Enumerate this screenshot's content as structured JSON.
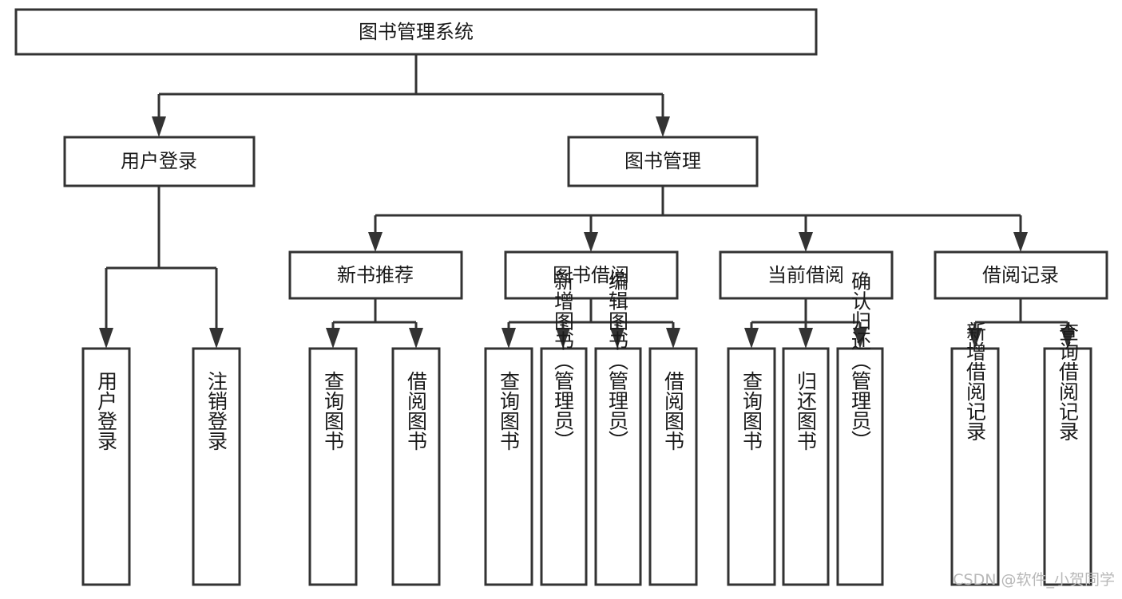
{
  "diagram": {
    "type": "hierarchy-tree",
    "title": "图书管理系统",
    "orientation": "top-down",
    "colors": {
      "box_stroke": "#333333",
      "box_fill": "#ffffff",
      "text": "#1a1a1a",
      "watermark": "#b8b8b8",
      "background": "#ffffff"
    },
    "levels": [
      {
        "level": 1,
        "nodes": [
          "图书管理系统"
        ]
      },
      {
        "level": 2,
        "nodes": [
          "用户登录",
          "图书管理"
        ]
      },
      {
        "level": 3,
        "nodes": [
          "新书推荐",
          "图书借阅",
          "当前借阅",
          "借阅记录"
        ]
      },
      {
        "level": 4,
        "nodes": [
          "用户登录",
          "注销登录",
          "查询图书",
          "借阅图书",
          "查询图书",
          "新增图书（管理员）",
          "编辑图书（管理员）",
          "借阅图书",
          "查询图书",
          "归还图书",
          "确认归还（管理员）",
          "新增借阅记录",
          "查询借阅记录"
        ]
      }
    ],
    "root": {
      "id": "root",
      "label": "图书管理系统"
    },
    "branches": [
      {
        "id": "user-login",
        "label": "用户登录",
        "children": [
          {
            "id": "leaf-user-login",
            "label": "用户登录"
          },
          {
            "id": "leaf-user-logout",
            "label": "注销登录"
          }
        ]
      },
      {
        "id": "book-management",
        "label": "图书管理",
        "children": [
          {
            "id": "new-book-recommend",
            "label": "新书推荐",
            "children": [
              {
                "id": "leaf-query-book-1",
                "label": "查询图书"
              },
              {
                "id": "leaf-borrow-book-1",
                "label": "借阅图书"
              }
            ]
          },
          {
            "id": "book-borrow",
            "label": "图书借阅",
            "children": [
              {
                "id": "leaf-query-book-2",
                "label": "查询图书"
              },
              {
                "id": "leaf-add-book",
                "label": "新增图书（管理员）"
              },
              {
                "id": "leaf-edit-book",
                "label": "编辑图书（管理员）"
              },
              {
                "id": "leaf-borrow-book-2",
                "label": "借阅图书"
              }
            ]
          },
          {
            "id": "current-borrow",
            "label": "当前借阅",
            "children": [
              {
                "id": "leaf-query-book-3",
                "label": "查询图书"
              },
              {
                "id": "leaf-return-book",
                "label": "归还图书"
              },
              {
                "id": "leaf-confirm-return",
                "label": "确认归还（管理员）"
              }
            ]
          },
          {
            "id": "borrow-records",
            "label": "借阅记录",
            "children": [
              {
                "id": "leaf-add-record",
                "label": "新增借阅记录"
              },
              {
                "id": "leaf-query-record",
                "label": "查询借阅记录"
              }
            ]
          }
        ]
      }
    ]
  },
  "watermark": {
    "text": "CSDN @软件_小贺同学"
  }
}
